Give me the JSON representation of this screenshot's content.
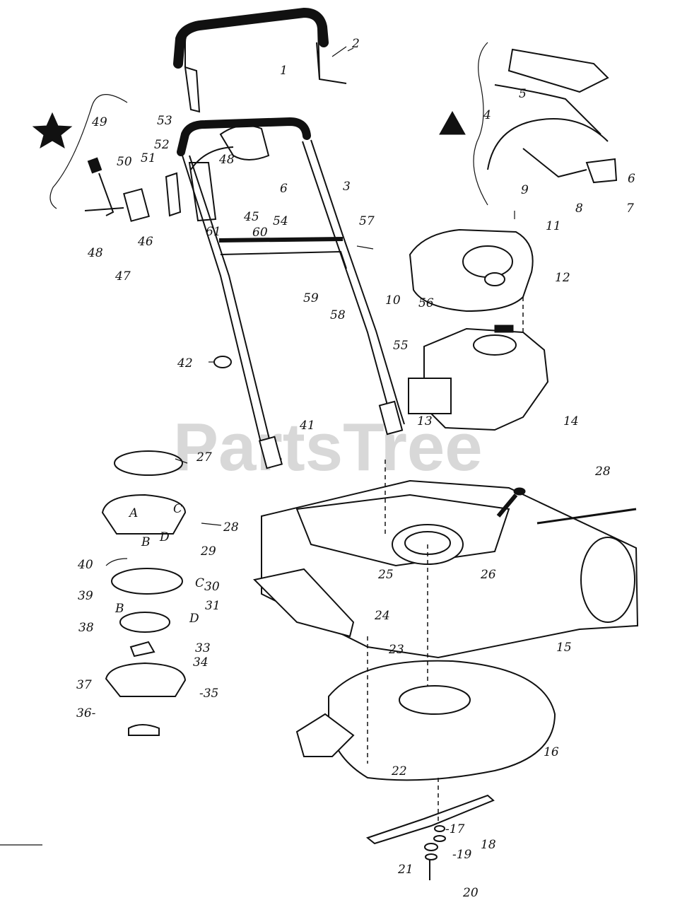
{
  "watermark": "PartsTree",
  "labels": {
    "l1": "1",
    "l2": "2",
    "l3": "3",
    "l4": "4",
    "l5": "5",
    "l6a": "6",
    "l6b": "6",
    "l7": "7",
    "l8": "8",
    "l9": "9",
    "l10": "10",
    "l11": "11",
    "l12": "12",
    "l13": "13",
    "l14": "14",
    "l15": "15",
    "l16": "16",
    "l17": "-17",
    "l18": "18",
    "l19": "-19",
    "l20": "20",
    "l21": "21",
    "l22": "22",
    "l23": "23",
    "l24": "24",
    "l25": "25",
    "l26": "26",
    "l27": "27",
    "l28a": "28",
    "l28b": "28",
    "l29": "29",
    "l30": "30",
    "l31": "31",
    "l33": "33",
    "l34": "34",
    "l35": "-35",
    "l36": "36-",
    "l37": "37",
    "l38": "38",
    "l39": "39",
    "l40": "40",
    "l41": "41",
    "l42": "42",
    "l45": "45",
    "l46": "46",
    "l47": "47",
    "l48a": "48",
    "l48b": "48",
    "l49": "49",
    "l50": "50",
    "l51": "51",
    "l52": "52",
    "l53": "53",
    "l54": "54",
    "l55": "55",
    "l56": "56",
    "l57": "57",
    "l58": "58",
    "l59": "59",
    "l60": "60",
    "l61": "61",
    "ltA": "A",
    "ltB1": "B",
    "ltC1": "C",
    "ltD1": "D",
    "ltB2": "B",
    "ltC2": "C",
    "ltD2": "D"
  },
  "symbols": {
    "star": "star-symbol",
    "triangle": "triangle-symbol"
  }
}
